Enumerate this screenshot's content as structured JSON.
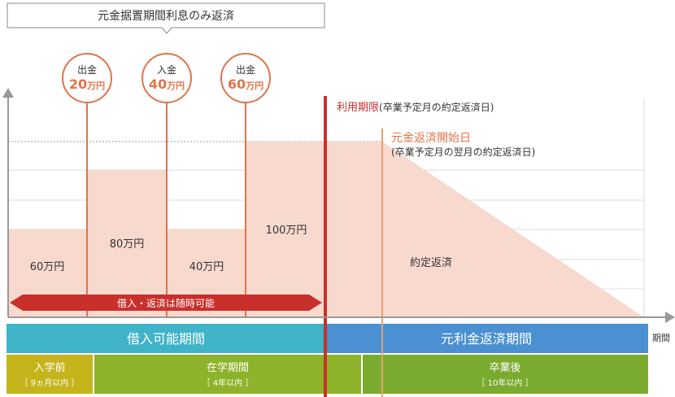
{
  "callout": {
    "text": "元金据置期間利息のみ返済"
  },
  "events": [
    {
      "type": "出金",
      "amount": "20",
      "unit": "万円",
      "color": "#e0744a"
    },
    {
      "type": "入金",
      "amount": "40",
      "unit": "万円",
      "color": "#e0744a"
    },
    {
      "type": "出金",
      "amount": "60",
      "unit": "万円",
      "color": "#e0744a"
    }
  ],
  "balances": [
    {
      "label": "60万円",
      "value": 60
    },
    {
      "label": "80万円",
      "value": 80
    },
    {
      "label": "40万円",
      "value": 40
    },
    {
      "label": "100万円",
      "value": 100
    }
  ],
  "repayment_label": "約定返済",
  "usage_limit": {
    "title": "利用期限",
    "note": "(卒業予定月の約定返済日)",
    "color": "#c9302c"
  },
  "repay_start": {
    "title": "元金返済開始日",
    "note": "(卒業予定月の翌月の約定返済日)",
    "color": "#e8a070"
  },
  "flexible_banner": {
    "text": "借入・返済は随時可能",
    "color": "#c9302c"
  },
  "axis_label": "期間",
  "periods": [
    {
      "label": "借入可能期間",
      "color": "#3fb3c7"
    },
    {
      "label": "元利金返済期間",
      "color": "#4a90d2"
    }
  ],
  "phases": [
    {
      "label": "入学前",
      "sub": "［ 9ヵ月以内 ］",
      "color": "#c6b41c"
    },
    {
      "label": "在学期間",
      "sub": "［ 4年以内 ］",
      "color": "#8db32a"
    },
    {
      "label": "卒業後",
      "sub": "［ 10年以内 ］",
      "color": "#7aaa2e"
    }
  ],
  "colors": {
    "area": "#f7d9cd",
    "grid": "#dddddd",
    "axis": "#999999"
  }
}
